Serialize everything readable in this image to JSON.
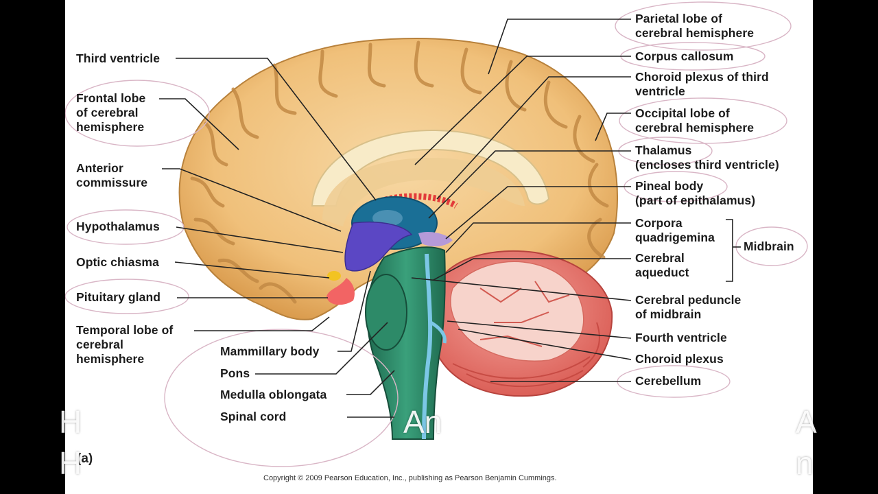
{
  "labels": {
    "third_ventricle": "Third ventricle",
    "frontal_lobe": "Frontal lobe\nof cerebral\nhemisphere",
    "anterior_commissure": "Anterior\ncommissure",
    "hypothalamus": "Hypothalamus",
    "optic_chiasma": "Optic chiasma",
    "pituitary_gland": "Pituitary gland",
    "temporal_lobe": "Temporal lobe of\ncerebral\nhemisphere",
    "mammillary_body": "Mammillary body",
    "pons": "Pons",
    "medulla": "Medulla oblongata",
    "spinal_cord": "Spinal cord",
    "parietal_lobe": "Parietal lobe of\ncerebral hemisphere",
    "corpus_callosum": "Corpus callosum",
    "choroid_plexus_third": "Choroid plexus of third\nventricle",
    "occipital_lobe": "Occipital lobe of\ncerebral hemisphere",
    "thalamus": "Thalamus\n(encloses third ventricle)",
    "pineal_body": "Pineal body\n(part of epithalamus)",
    "corpora_quadrigemina": "Corpora\nquadrigemina",
    "cerebral_aqueduct": "Cerebral\naqueduct",
    "midbrain": "Midbrain",
    "cerebral_peduncle": "Cerebral peduncle\nof midbrain",
    "fourth_ventricle": "Fourth ventricle",
    "choroid_plexus": "Choroid plexus",
    "cerebellum": "Cerebellum"
  },
  "panel_label": "(a)",
  "copyright": "Copyright © 2009 Pearson Education, Inc., publishing as Pearson Benjamin Cummings.",
  "overlay": {
    "left_top": "H",
    "left_bottom": "H",
    "center": "An",
    "right_top": "A",
    "right_bottom": "n"
  },
  "colors": {
    "cerebrum": "#f0c27c",
    "cerebrum_fold": "#c58a3d",
    "brainstem": "#2f8c6a",
    "ventricle": "#1b6f9a",
    "hypothalamus": "#6a4fc7",
    "cerebellum": "#e96f68",
    "arbor": "#f6c8c0",
    "pituitary": "#f26464",
    "chiasma": "#f2c322"
  }
}
